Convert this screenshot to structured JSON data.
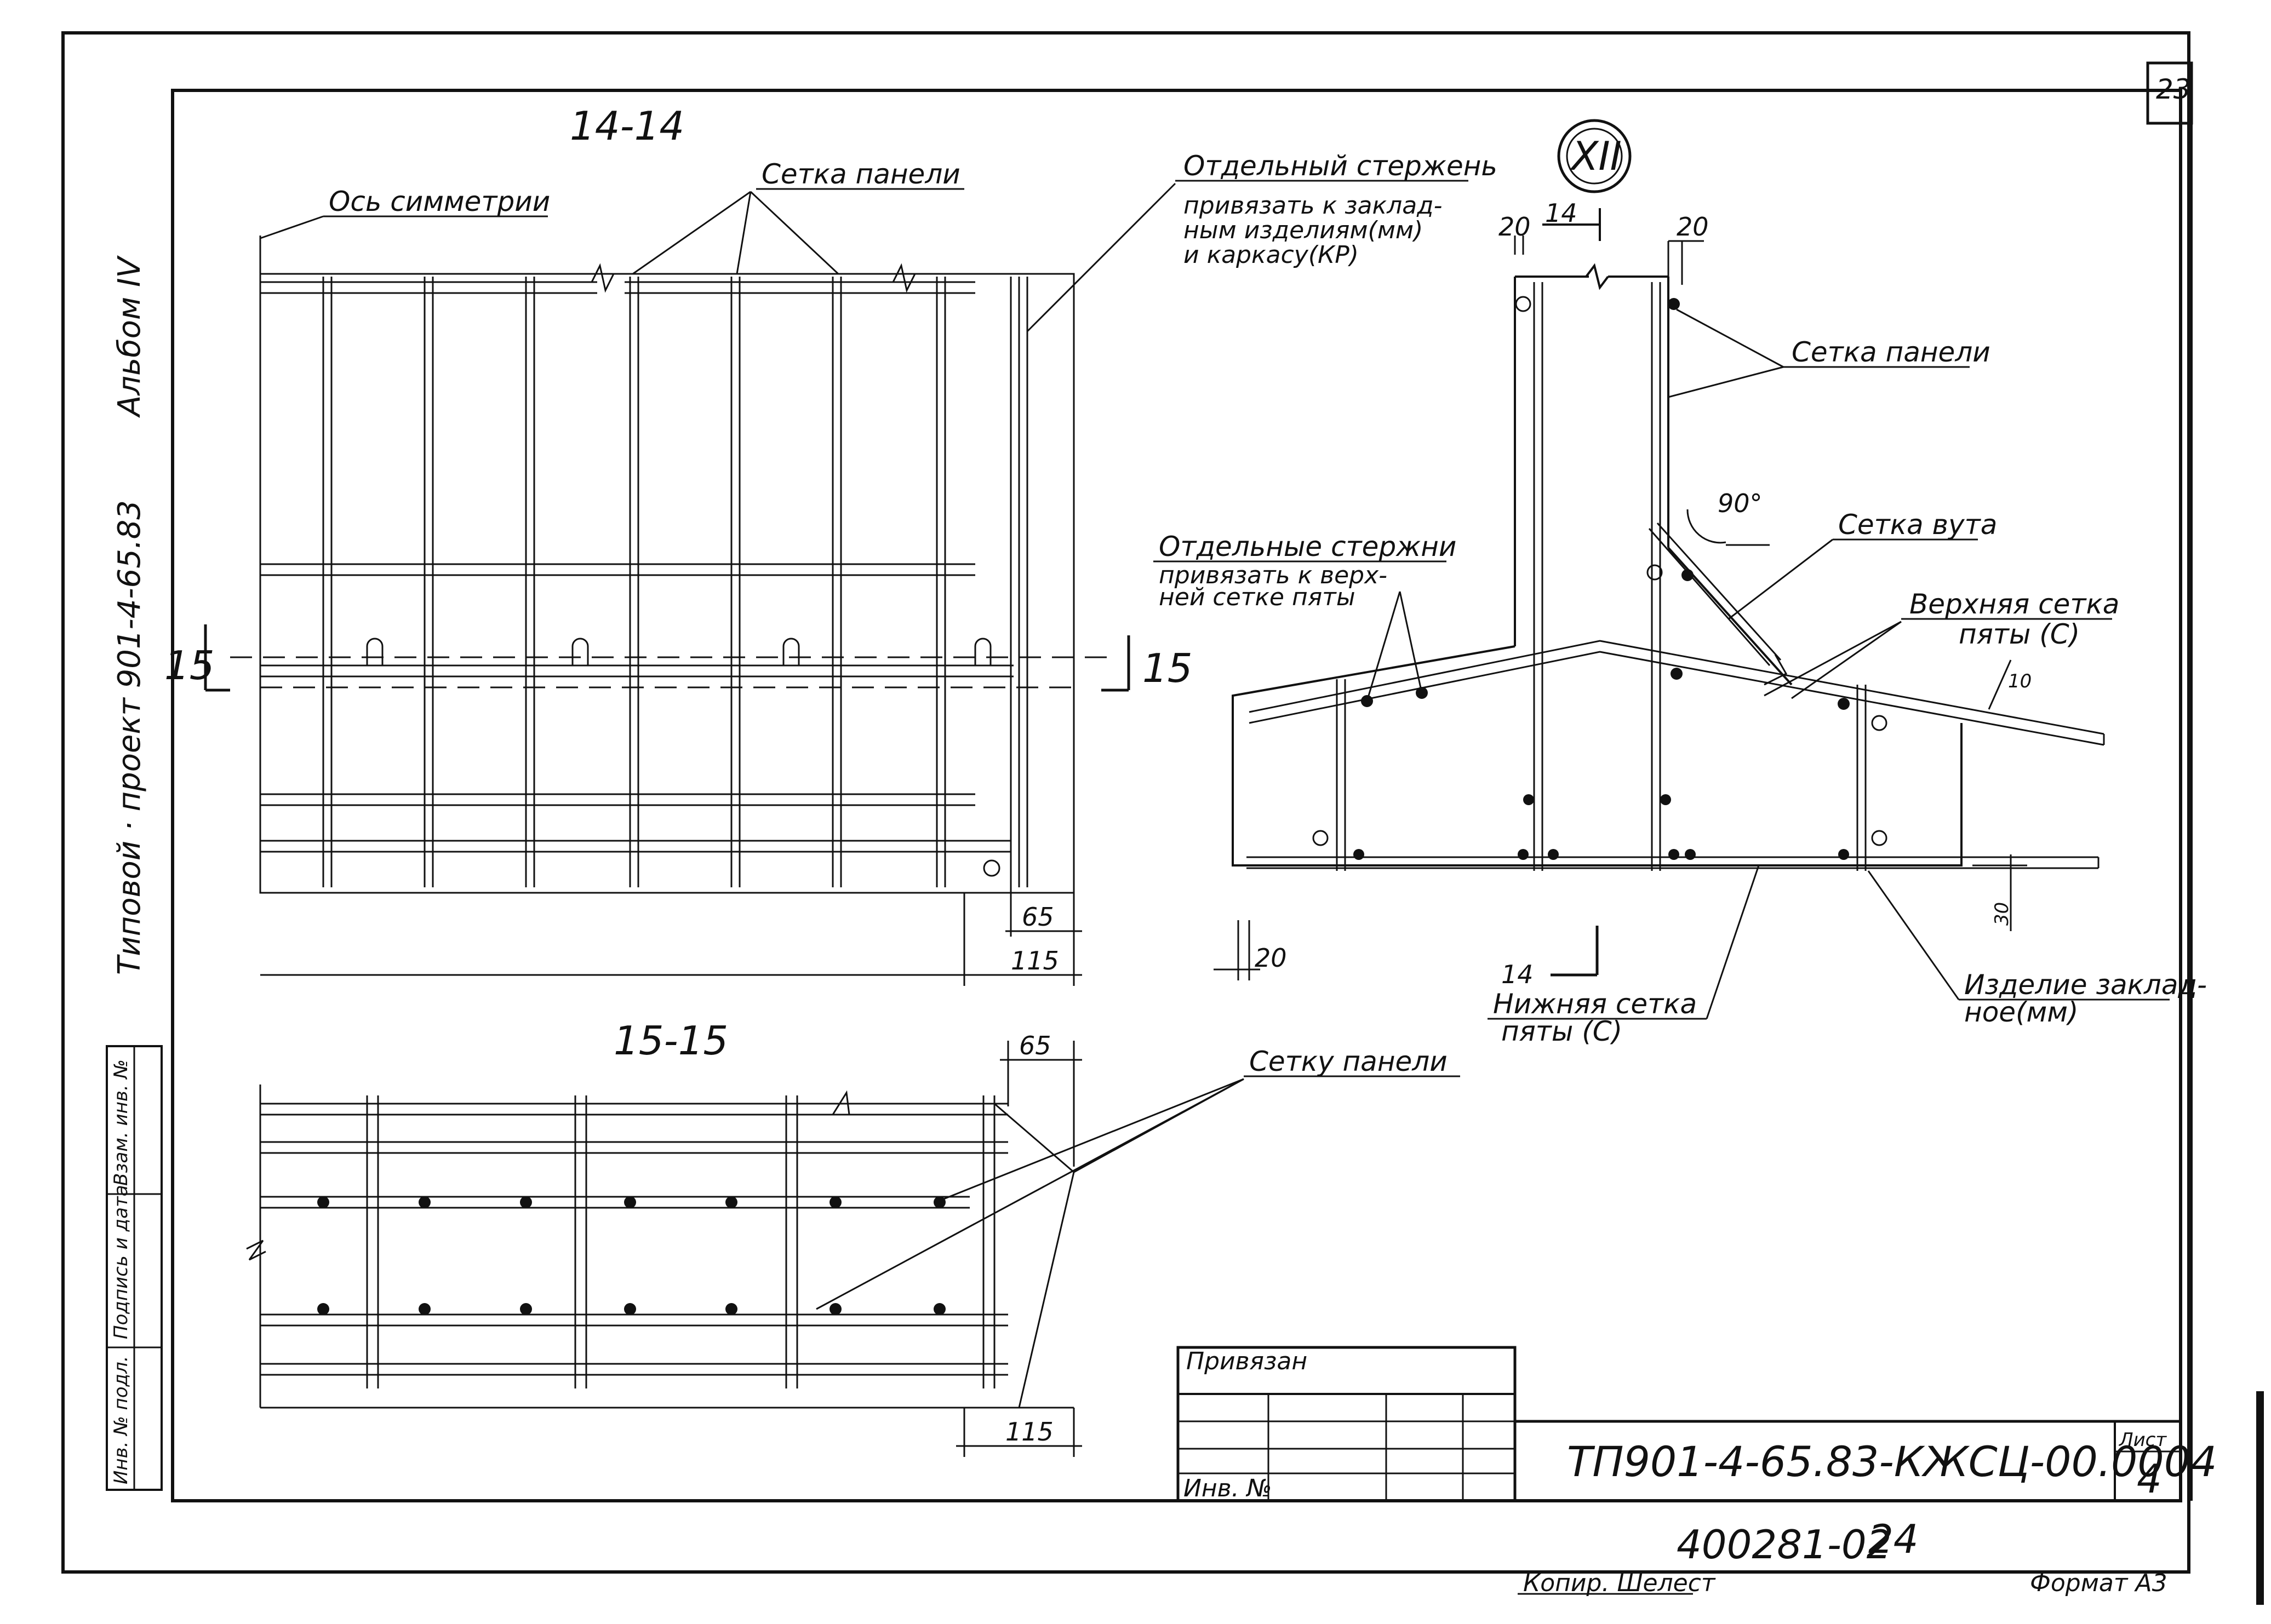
{
  "sheet": {
    "sheet_number_corner": "23",
    "side_title_album": "Альбом IV",
    "side_title_project": "Типовой · проект 901-4-65.83",
    "side_stamp_labels": [
      "Инв. № подл.",
      "Подпись и дата",
      "Взам. инв. №"
    ]
  },
  "section_14": {
    "title": "14-14",
    "axis_label": "Ось симметрии",
    "mesh_label": "Сетка панели",
    "single_bar_label": "Отдельный стержень",
    "single_bar_note_1": "привязать к заклад-",
    "single_bar_note_2": "ным изделиям(мм)",
    "single_bar_note_3": "и каркасу(КР)",
    "cut_left": "15",
    "cut_right": "15",
    "dim_65": "65",
    "dim_115": "115"
  },
  "section_15": {
    "title": "15-15",
    "mesh_label": "Сетку панели",
    "dim_65": "65",
    "dim_115": "115"
  },
  "node_xii": {
    "title": "XII",
    "dim_top_20_left": "20",
    "dim_top_14": "14",
    "dim_top_20_right": "20",
    "panel_mesh_label": "Сетка панели",
    "angle_label": "90°",
    "haunch_mesh_label": "Сетка вута",
    "upper_mesh_label_1": "Верхняя сетка",
    "upper_mesh_label_2": "пяты (С)",
    "dim_right_10": "10",
    "separate_bars_label": "Отдельные стержни",
    "separate_bars_note_1": "привязать к верх-",
    "separate_bars_note_2": "ней сетке пяты",
    "dim_bottom_20": "20",
    "cut_14": "14",
    "lower_mesh_label_1": "Нижняя сетка",
    "lower_mesh_label_2": "пяты (С)",
    "embedded_label_1": "Изделие заклад-",
    "embedded_label_2": "ное(мм)",
    "dim_right_30": "30"
  },
  "title_block": {
    "bound_label": "Привязан",
    "inv_label": "Инв. №",
    "document_code": "ТП901-4-65.83-КЖСЦ-00.0004",
    "sheet_label": "Лист",
    "sheet_number": "4"
  },
  "footer": {
    "archive_number": "400281-02",
    "archive_page": "24",
    "copier": "Копир. Шелест",
    "format": "Формат А3"
  }
}
